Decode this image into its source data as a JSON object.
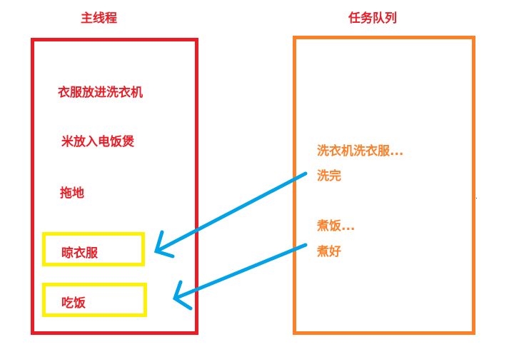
{
  "colors": {
    "main_thread": "#ed1c24",
    "task_queue": "#ff7f27",
    "highlight": "#fff200",
    "arrow": "#00a2e8"
  },
  "main_thread": {
    "title": "主线程",
    "items": [
      "衣服放进洗衣机",
      "米放入电饭煲",
      "拖地"
    ],
    "callbacks": [
      "晾衣服",
      "吃饭"
    ]
  },
  "task_queue": {
    "title": "任务队列",
    "items": [
      "洗衣机洗衣服...",
      "洗完",
      "煮饭...",
      "煮好"
    ]
  },
  "arrows": [
    {
      "from": "洗完",
      "to": "晾衣服"
    },
    {
      "from": "煮好",
      "to": "吃饭"
    }
  ]
}
